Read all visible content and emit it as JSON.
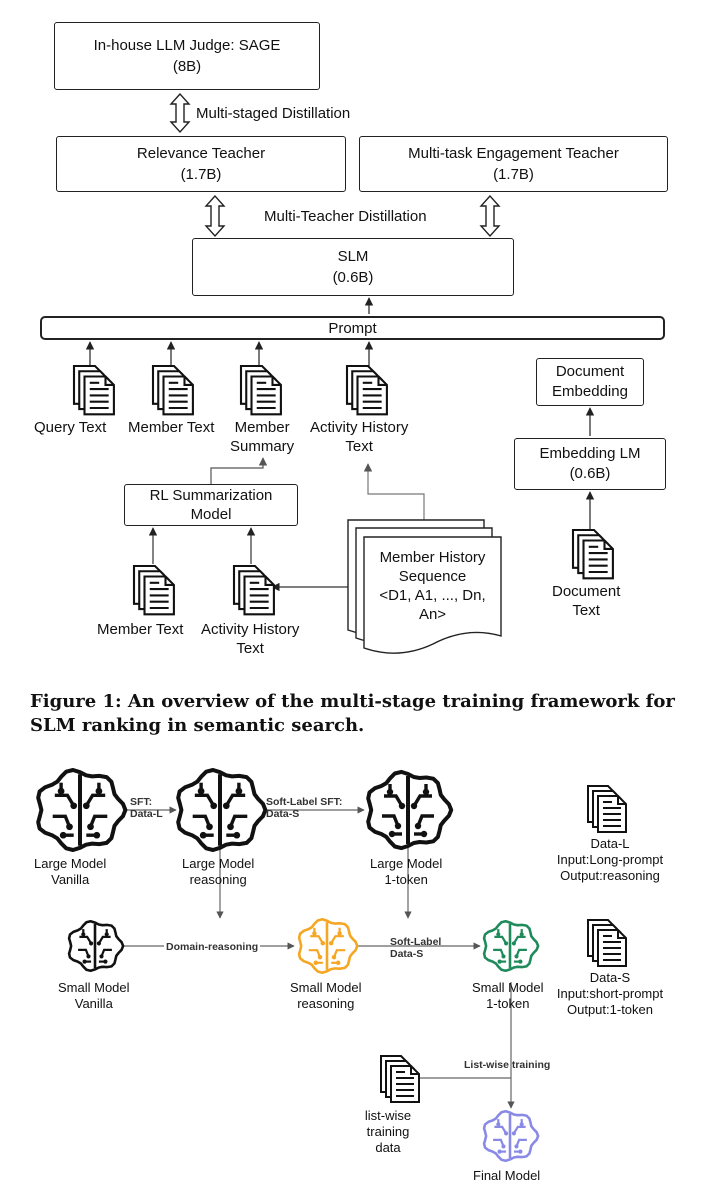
{
  "figure1": {
    "judge": {
      "line1": "In-house LLM Judge: SAGE",
      "line2": "(8B)"
    },
    "distill1": "Multi-staged Distillation",
    "relevance": {
      "line1": "Relevance Teacher",
      "line2": "(1.7B)"
    },
    "engagement": {
      "line1": "Multi-task Engagement Teacher",
      "line2": "(1.7B)"
    },
    "distill2": "Multi-Teacher Distillation",
    "slm": {
      "line1": "SLM",
      "line2": "(0.6B)"
    },
    "prompt": "Prompt",
    "query_text": "Query Text",
    "member_text": "Member Text",
    "member_summary": {
      "line1": "Member",
      "line2": "Summary"
    },
    "activity_text": {
      "line1": "Activity History",
      "line2": "Text"
    },
    "rl_model": {
      "line1": "RL Summarization",
      "line2": "Model"
    },
    "member_text_2": "Member Text",
    "activity_text_2": {
      "line1": "Activity History",
      "line2": "Text"
    },
    "history_seq": {
      "line1": "Member History",
      "line2": "Sequence",
      "line3": "<D1, A1, ..., Dn,",
      "line4": "An>"
    },
    "doc_embedding": {
      "line1": "Document",
      "line2": "Embedding"
    },
    "embedding_lm": {
      "line1": "Embedding LM",
      "line2": "(0.6B)"
    },
    "document_text": {
      "line1": "Document",
      "line2": "Text"
    }
  },
  "caption": "Figure 1: An overview of the multi-stage training framework for SLM ranking in semantic search.",
  "figure2": {
    "large_vanilla": {
      "line1": "Large Model",
      "line2": "Vanilla"
    },
    "large_reasoning": {
      "line1": "Large Model",
      "line2": "reasoning"
    },
    "large_1token": {
      "line1": "Large Model",
      "line2": "1-token"
    },
    "sft_l": {
      "line1": "SFT:",
      "line2": "Data-L"
    },
    "soft_sft": {
      "line1": "Soft-Label SFT:",
      "line2": "Data-S"
    },
    "small_vanilla": {
      "line1": "Small Model",
      "line2": "Vanilla"
    },
    "small_reasoning": {
      "line1": "Small Model",
      "line2": "reasoning"
    },
    "small_1token": {
      "line1": "Small Model",
      "line2": "1-token"
    },
    "domain_reasoning": "Domain-reasoning",
    "soft_label": {
      "line1": "Soft-Label",
      "line2": "Data-S"
    },
    "data_l": {
      "line1": "Data-L",
      "line2": "Input:Long-prompt",
      "line3": "Output:reasoning"
    },
    "data_s": {
      "line1": "Data-S",
      "line2": "Input:short-prompt",
      "line3": "Output:1-token"
    },
    "list_training": "List-wise training",
    "listwise_data": {
      "line1": "list-wise",
      "line2": "training",
      "line3": "data"
    },
    "final_model": "Final Model"
  },
  "colors": {
    "ink": "#111111",
    "arrow": "#555555",
    "orange": "#f5a623",
    "green": "#1f8a5b",
    "purple": "#8a8ae6"
  }
}
